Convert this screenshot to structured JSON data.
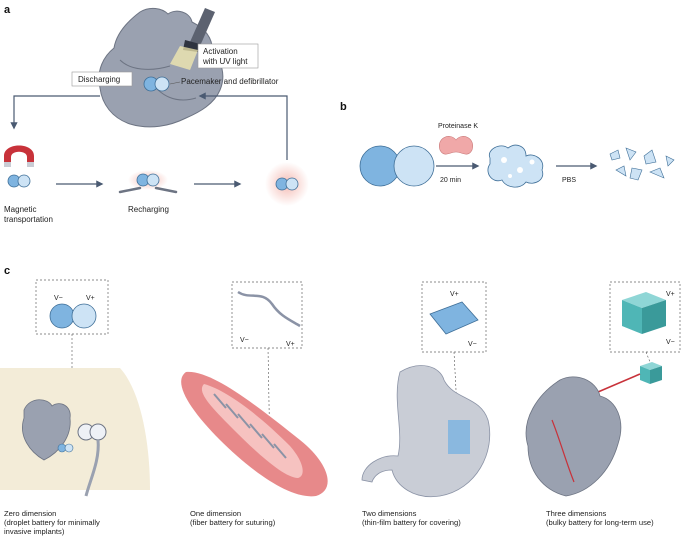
{
  "panels": {
    "a": "a",
    "b": "b",
    "c": "c"
  },
  "panel_a": {
    "activation_line1": "Activation",
    "activation_line2": "with UV light",
    "discharging": "Discharging",
    "pacemaker": "Pacemaker and defibrillator",
    "magnetic_line1": "Magnetic",
    "magnetic_line2": "transportation",
    "recharging": "Recharging"
  },
  "panel_b": {
    "proteinase": "Proteinase K",
    "time": "20 min",
    "pbs": "PBS"
  },
  "panel_c": {
    "zero": {
      "title": "Zero dimension",
      "line2": "(droplet battery for minimally",
      "line3": "invasive implants)",
      "vminus": "V−",
      "vplus": "V+"
    },
    "one": {
      "title": "One dimension",
      "line2": "(fiber battery for suturing)",
      "vminus": "V−",
      "vplus": "V+"
    },
    "two": {
      "title": "Two dimensions",
      "line2": "(thin-film battery for covering)",
      "vminus": "V−",
      "vplus": "V+"
    },
    "three": {
      "title": "Three dimensions",
      "line2": "(bulky battery for long-term use)",
      "vminus": "V−",
      "vplus": "V+"
    }
  },
  "colors": {
    "heart": "#9aa1b0",
    "heart_dark": "#6d7483",
    "droplet": "#7fb4e0",
    "droplet_light": "#cde3f5",
    "arrow": "#4a5a72",
    "magnet_red": "#c8323a",
    "glow": "#f4b8b0",
    "protein": "#f0a8a8",
    "cube": "#4fb6b6",
    "tissue": "#e7898a",
    "stomach": "#c9cdd6",
    "skin": "#f3ecd8"
  }
}
